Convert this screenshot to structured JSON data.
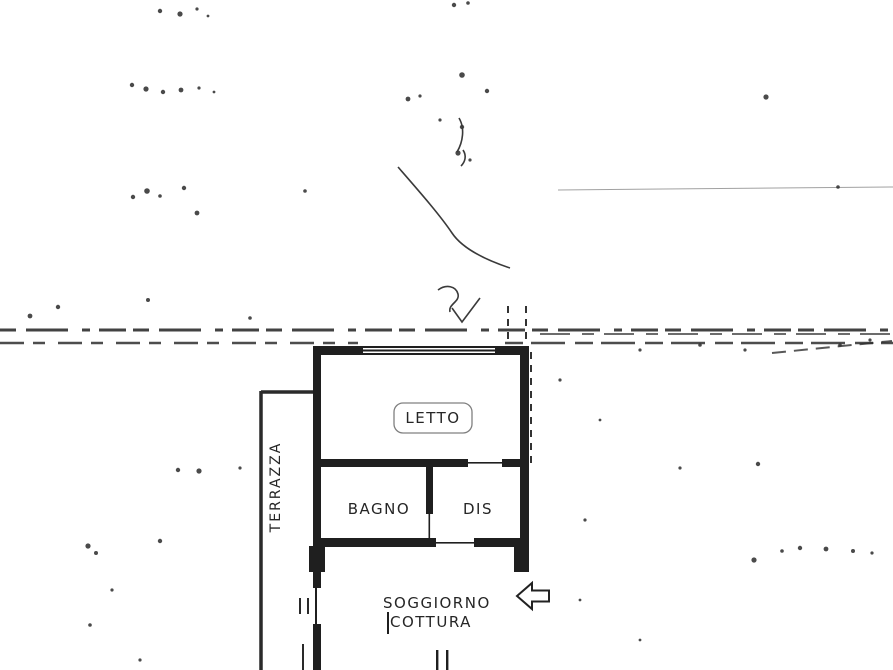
{
  "document": {
    "type": "scanned-floor-plan",
    "language": "it"
  },
  "colors": {
    "background": "#ffffff",
    "ink": "#1f1f1f",
    "noise": "#2b2b2b"
  },
  "rooms": {
    "letto": {
      "label": "LETTO"
    },
    "bagno": {
      "label": "BAGNO"
    },
    "dis": {
      "label": "DIS"
    },
    "terrazza": {
      "label": "TERRAZZA"
    },
    "soggiorno": {
      "label_line1": "SOGGIORNO",
      "label_line2": "COTTURA"
    }
  },
  "icons": {
    "entrance_arrow": "hollow-left-arrow"
  }
}
